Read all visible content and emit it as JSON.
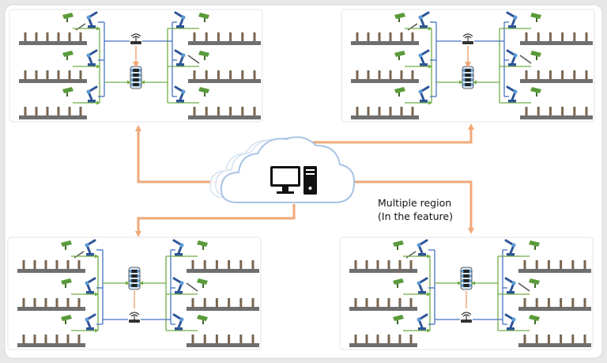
{
  "diagram": {
    "caption_line1": "Multiple region",
    "caption_line2": "(In the feature)",
    "regions": [
      {
        "id": "top-left",
        "pos": "top-left"
      },
      {
        "id": "top-right",
        "pos": "top-right"
      },
      {
        "id": "bottom-left",
        "pos": "bottom-left"
      },
      {
        "id": "bottom-right",
        "pos": "bottom-right"
      }
    ],
    "center_icon": "cloud-computer-icon",
    "colors": {
      "background": "#e8e8e8",
      "panel": "#ffffff",
      "conveyor": "#6f6f6f",
      "post": "#7a6650",
      "robot": "#2f5597",
      "camera": "#5a9a3a",
      "network_blue": "#4472c4",
      "network_green": "#70ad47",
      "orange_arrow": "#f0a878",
      "cloud_outline": "#a9c4e4"
    }
  }
}
